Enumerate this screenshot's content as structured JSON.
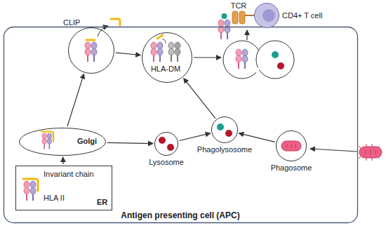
{
  "diagram": {
    "nodes": [
      {
        "text": [
          "Antigen presenting cell (APC)"
        ]
      },
      {
        "text": [
          "ER",
          "Invariant chain",
          "HLA II"
        ],
        "in": 0
      },
      {
        "text": [
          "Golgi"
        ],
        "in": 0
      },
      {
        "text": [
          "CLIP"
        ],
        "in": 0
      },
      {
        "text": [
          "HLA-DM"
        ],
        "in": 0
      },
      {
        "text": [
          "Lysosome"
        ],
        "in": 0
      },
      {
        "text": [
          "Phagolysosome"
        ],
        "in": 0
      },
      {
        "text": [
          "Phagosome"
        ],
        "in": 0
      },
      {
        "text": [
          "CD4+ T cell"
        ]
      }
    ],
    "edges": [
      {
        "from": 1,
        "to": 2,
        "arrow": "to"
      },
      {
        "from": 2,
        "to": 3,
        "arrow": "to"
      },
      {
        "from": 3,
        "to": 4,
        "arrow": "to"
      },
      {
        "from": 2,
        "to": 5,
        "arrow": "to"
      },
      {
        "from": 5,
        "to": 6,
        "arrow": "to"
      },
      {
        "from": 7,
        "to": 6,
        "arrow": "to"
      },
      {
        "from": 6,
        "to": 4,
        "arrow": "to"
      }
    ],
    "labels": [
      "TCR"
    ]
  }
}
